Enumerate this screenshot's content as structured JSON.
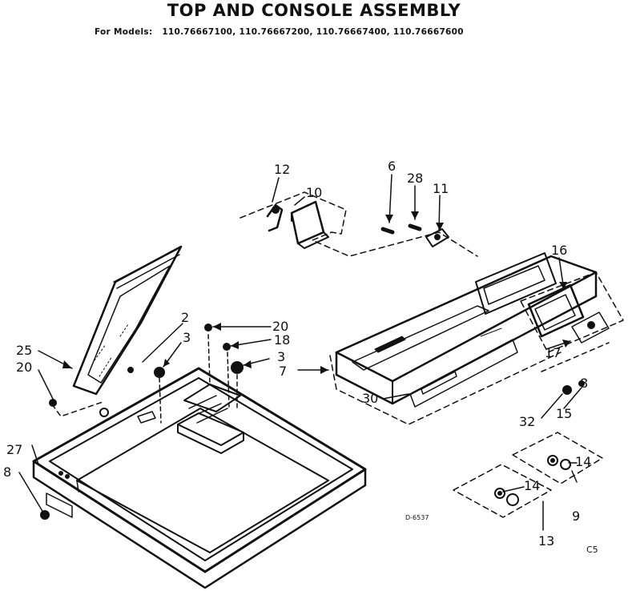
{
  "title": "TOP AND CONSOLE ASSEMBLY",
  "models_prefix": "For Models:",
  "models": "110.76667100, 110.76667200, 110.76667400, 110.76667600",
  "drawing_number": "D-6537",
  "page_code": "C5",
  "callouts": {
    "c2": "2",
    "c3a": "3",
    "c3b": "3",
    "c6": "6",
    "c7": "7",
    "c8a": "8",
    "c8b": "8",
    "c9": "9",
    "c10": "10",
    "c11": "11",
    "c12": "12",
    "c13": "13",
    "c14a": "14",
    "c14b": "14",
    "c15": "15",
    "c16": "16",
    "c17": "17",
    "c18": "18",
    "c20a": "20",
    "c20b": "20",
    "c25": "25",
    "c27": "27",
    "c28": "28",
    "c30": "30",
    "c32": "32"
  }
}
